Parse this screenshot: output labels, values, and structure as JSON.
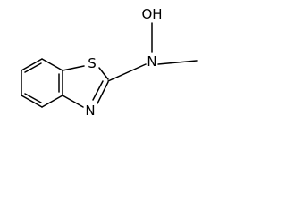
{
  "molecule": {
    "atoms": {
      "sulfur": "S",
      "ring_nitrogen": "N",
      "exocyclic_nitrogen": "N",
      "hydroxyl": "OH"
    }
  }
}
